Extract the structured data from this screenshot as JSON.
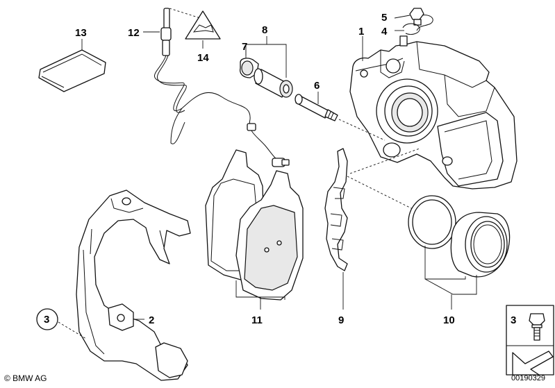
{
  "labels": {
    "p1": "1",
    "p2": "2",
    "p3": "3",
    "p4": "4",
    "p5": "5",
    "p6": "6",
    "p7": "7",
    "p8": "8",
    "p9": "9",
    "p10": "10",
    "p11": "11",
    "p12": "12",
    "p13": "13",
    "p14": "14",
    "legend3": "3"
  },
  "footer": {
    "copyright": "© BMW AG",
    "drawing_number": "00190329"
  }
}
